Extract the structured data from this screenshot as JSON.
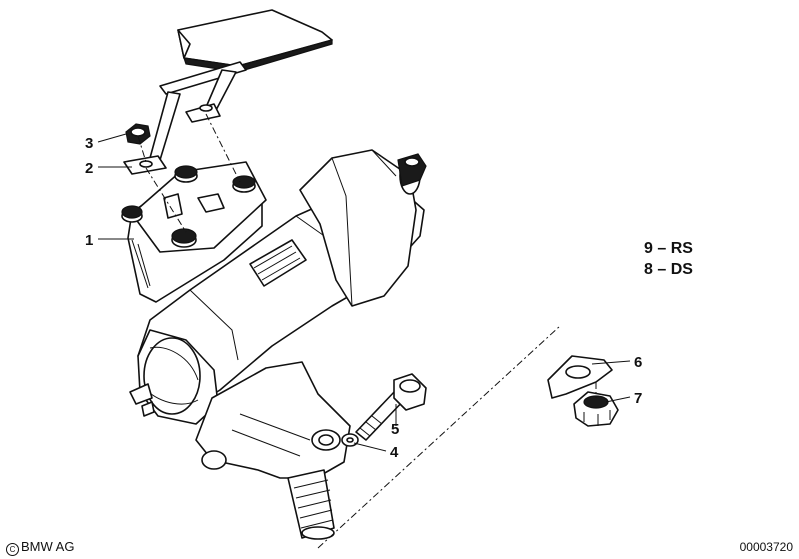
{
  "callouts": [
    {
      "id": "1",
      "label": "1"
    },
    {
      "id": "2",
      "label": "2"
    },
    {
      "id": "3",
      "label": "3"
    },
    {
      "id": "4",
      "label": "4"
    },
    {
      "id": "5",
      "label": "5"
    },
    {
      "id": "6",
      "label": "6"
    },
    {
      "id": "7",
      "label": "7"
    }
  ],
  "legend": [
    {
      "number": "9",
      "code": "RS"
    },
    {
      "number": "8",
      "code": "DS"
    }
  ],
  "footer": {
    "brand": "BMW AG",
    "brand_symbol": "C",
    "doc_number": "00003720"
  },
  "icons": {
    "brand_mark": "copyright-icon"
  }
}
